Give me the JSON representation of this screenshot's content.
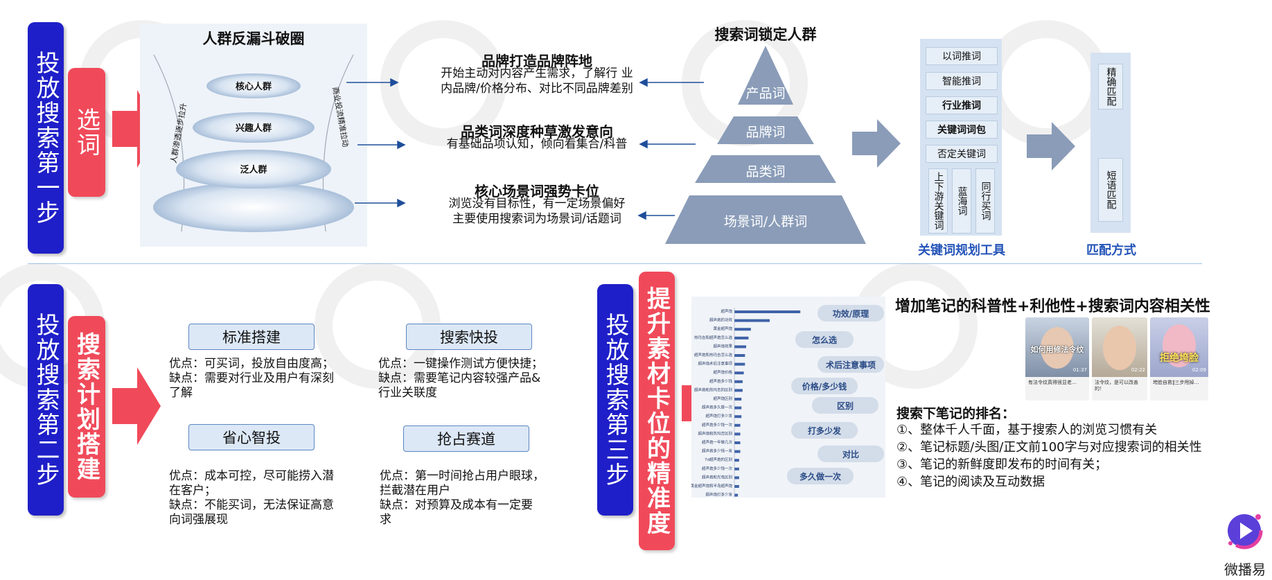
{
  "step1": {
    "title": "投放搜索第一步",
    "sub": "选词",
    "funnel": {
      "title": "人群反漏斗破圈",
      "layers": [
        "核心人群",
        "兴趣人群",
        "泛人群"
      ],
      "left_arrow_text": "人群渗透逐步拉升",
      "right_arrow_text": "商业投流精准拉动"
    },
    "middle": [
      {
        "title": "品牌打造品牌阵地",
        "lines": [
          "开始主动对内容产生需求，了解行 业",
          "内品牌/价格分布、对比不同品牌差别"
        ]
      },
      {
        "title": "品类词深度种草激发意向",
        "lines": [
          "有基础品项认知，倾向看集合/科普"
        ]
      },
      {
        "title": "核心场景词强势卡位",
        "lines": [
          "浏览没有目标性，有一定场景偏好",
          "主要使用搜索词为场景词/话题词"
        ]
      }
    ],
    "pyramid": {
      "title": "搜索词锁定人群",
      "levels": [
        "产品词",
        "品牌词",
        "品类词",
        "场景词/人群词"
      ]
    },
    "keyword_tool": {
      "items": [
        "以词推词",
        "智能推词",
        "行业推词",
        "关键词词包",
        "否定关键词"
      ],
      "vertical_items": [
        "上下游关键词",
        "蓝海词",
        "同行买词"
      ],
      "label": "关键词规划工具"
    },
    "match": {
      "items": [
        "精确匹配",
        "短语匹配"
      ],
      "label": "匹配方式"
    }
  },
  "step2": {
    "title": "投放搜索第二步",
    "sub": "搜索计划搭建",
    "plans": [
      {
        "name": "标准搭建",
        "lines": [
          "优点：可买词，投放自由度高；",
          "缺点：需要对行业及用户有深刻",
          "了解"
        ]
      },
      {
        "name": "搜索快投",
        "lines": [
          "优点：一键操作测试方便快捷；",
          "缺点：需要笔记内容较强产品&",
          "行业关联度"
        ]
      },
      {
        "name": "省心智投",
        "lines": [
          "优点：成本可控，尽可能捞入潜",
          "在客户；",
          "缺点：不能买词，无法保证高意",
          "向词强展现"
        ]
      },
      {
        "name": "抢占赛道",
        "lines": [
          "优点：第一时间抢占用户眼球，",
          "拦截潜在用户",
          "缺点：对预算及成本有一定要",
          "求"
        ]
      }
    ]
  },
  "step3": {
    "title": "投放搜索第三步",
    "sub": "提升素材卡位的精准度",
    "chart": {
      "bar_labels": [
        "超声炮",
        "超声炮的功效",
        "黄金超声炮",
        "热玛吉和超声炮怎么选",
        "超声炮效果",
        "超声炮和热玛吉怎么选",
        "超声炮术后注意事项",
        "超声炮价格",
        "超声炮多少钱",
        "超声炮和热玛吉的区别",
        "超声炮区别",
        "超声炮多久做一次",
        "超声炮打多少发",
        "超声炮多少钱一次",
        "超声炮和热玛吉区别",
        "超声炮一年做几次",
        "超声炮多少钱一发",
        "7d超声炮的区别",
        "超声炮多少钱一次",
        "超声炮和光电区别",
        "黄金超声炮和半岛超声炮",
        "超声炮打多少发"
      ],
      "bar_values": [
        0.56,
        0.3,
        0.14,
        0.12,
        0.1,
        0.09,
        0.09,
        0.08,
        0.07,
        0.07,
        0.06,
        0.06,
        0.06,
        0.05,
        0.05,
        0.05,
        0.05,
        0.04,
        0.04,
        0.04,
        0.04,
        0.03
      ],
      "chips": [
        "功效/原理",
        "怎么选",
        "术后注意事项",
        "价格/多少钱",
        "区别",
        "打多少发",
        "对比",
        "多久做一次"
      ]
    },
    "headline": "增加笔记的科普性+利他性+搜索词内容相关性",
    "thumbs": [
      {
        "overlay": "如何用修法令纹",
        "caption": "有法令纹真得很显老…",
        "time": "01:37"
      },
      {
        "overlay": "",
        "caption": "法令纹，是可以改善的！",
        "time": "02:22"
      },
      {
        "overlay": "拒绝垮脸",
        "caption": "垮脸自救‖三步甩掉…",
        "time": "02:09"
      }
    ],
    "ranking_title": "搜索下笔记的排名：",
    "ranking": [
      "①、整体千人千面，基于搜索人的浏览习惯有关",
      "②、笔记标题/头图/正文前100字与对应搜索词的相关性",
      "③、笔记的新鲜度即发布的时间有关；",
      "④、笔记的阅读及互动数据"
    ]
  },
  "logo": {
    "name": "微播易"
  },
  "colors": {
    "blue": "#1f1fc9",
    "red": "#f04a5a",
    "pyramid": "#8a9cb8",
    "arrow": "#8a9cb8"
  }
}
